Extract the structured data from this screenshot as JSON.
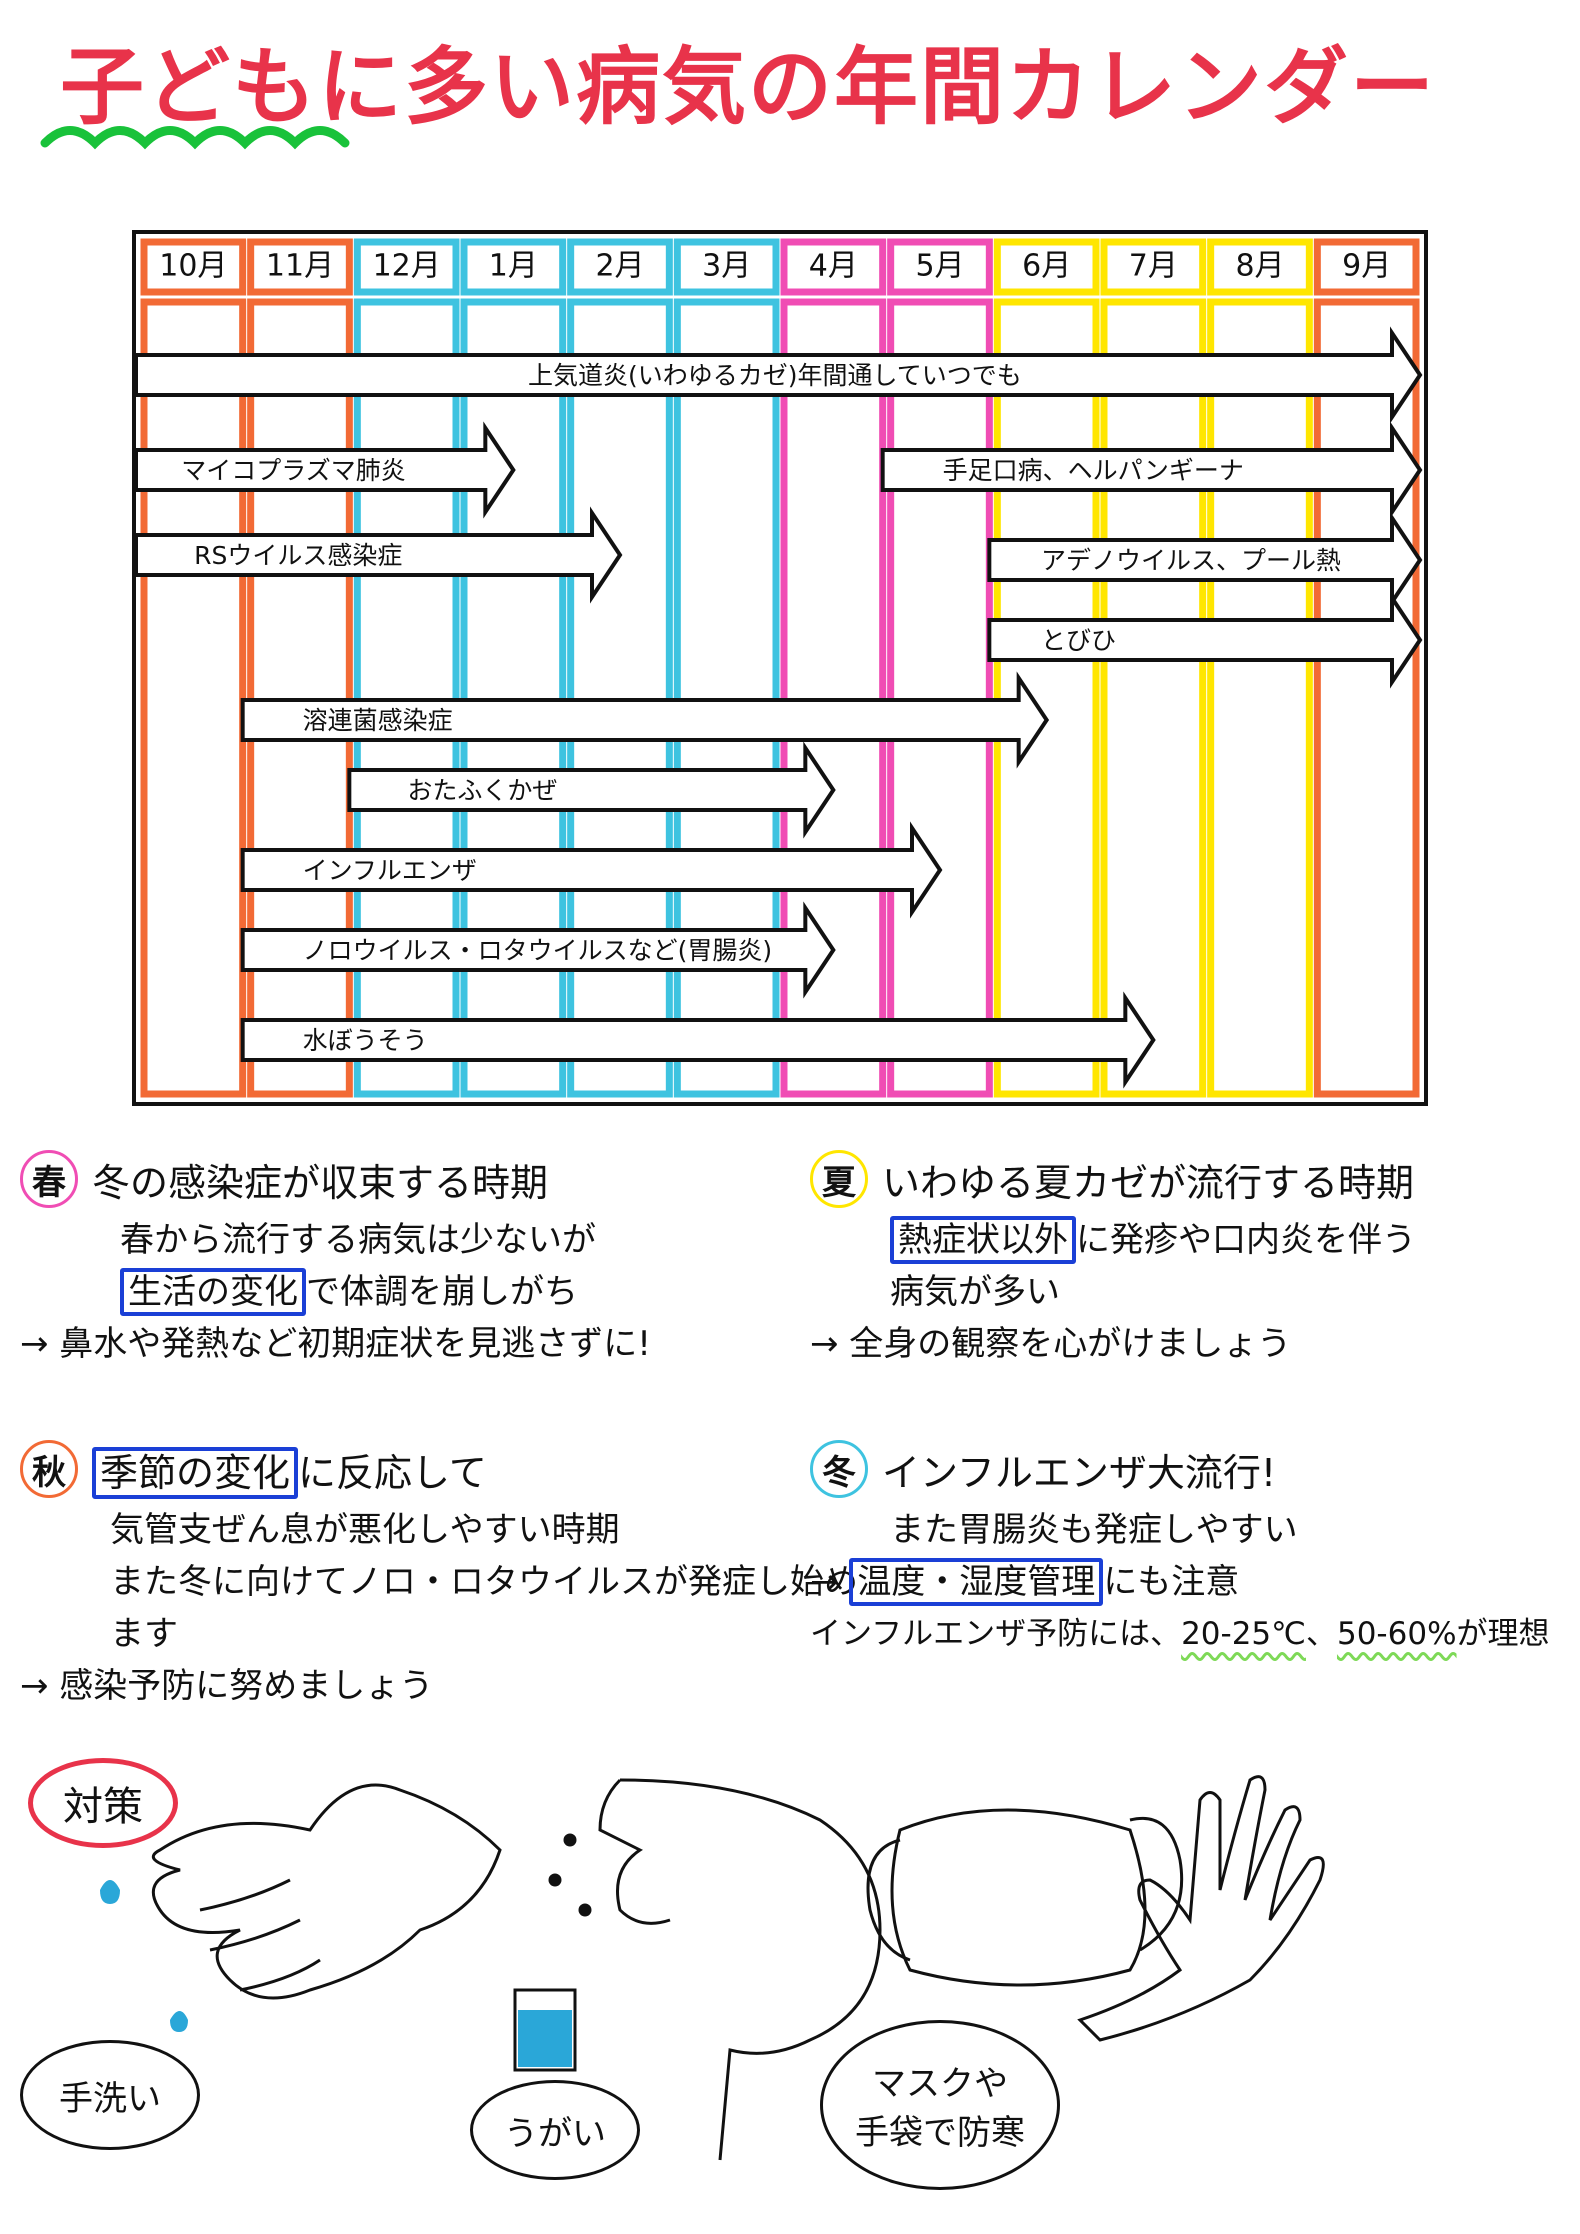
{
  "title": "子どもに多い病気の年間カレンダー",
  "months": [
    "10月",
    "11月",
    "12月",
    "1月",
    "2月",
    "3月",
    "4月",
    "5月",
    "6月",
    "7月",
    "8月",
    "9月"
  ],
  "colors": {
    "autumn": "#f26a35",
    "winter": "#3ec3e0",
    "spring": "#f04db4",
    "summer": "#ffe600",
    "title": "#e8334a",
    "box": "#1a3fd6",
    "underline_green": "#7ed957"
  },
  "diseases": [
    {
      "name": "上気道炎(いわゆるカゼ)年間通していつでも",
      "start_month": "10月",
      "end_month": "9月"
    },
    {
      "name": "マイコプラズマ肺炎",
      "start_month": "10月",
      "end_month": "1月"
    },
    {
      "name": "手足口病、ヘルパンギーナ",
      "start_month": "5月",
      "end_month": "9月"
    },
    {
      "name": "RSウイルス感染症",
      "start_month": "10月",
      "end_month": "2月"
    },
    {
      "name": "アデノウイルス、プール熱",
      "start_month": "6月",
      "end_month": "9月"
    },
    {
      "name": "とびひ",
      "start_month": "6月",
      "end_month": "9月"
    },
    {
      "name": "溶連菌感染症",
      "start_month": "11月",
      "end_month": "6月"
    },
    {
      "name": "おたふくかぜ",
      "start_month": "12月",
      "end_month": "4月"
    },
    {
      "name": "インフルエンザ",
      "start_month": "11月",
      "end_month": "5月"
    },
    {
      "name": "ノロウイルス・ロタウイルスなど(胃腸炎)",
      "start_month": "11月",
      "end_month": "4月"
    },
    {
      "name": "水ぼうそう",
      "start_month": "11月",
      "end_month": "7月"
    }
  ],
  "seasons": {
    "spring": {
      "badge": "春",
      "headline": "冬の感染症が収束する時期",
      "line1": "春から流行する病気は少ないが",
      "line2_boxed": "生活の変化",
      "line2_rest": "で体調を崩しがち",
      "line3": "→ 鼻水や発熱など初期症状を見逃さずに!"
    },
    "summer": {
      "badge": "夏",
      "headline": "いわゆる夏カゼが流行する時期",
      "line1_boxed": "熱症状以外",
      "line1_rest": "に発疹や口内炎を伴う",
      "line2": "病気が多い",
      "line3": "→ 全身の観察を心がけましょう"
    },
    "autumn": {
      "badge": "秋",
      "headline_boxed": "季節の変化",
      "headline_rest": "に反応して",
      "line1": "気管支ぜん息が悪化しやすい時期",
      "line2": "また冬に向けてノロ・ロタウイルスが発症し始め",
      "line3": "ます",
      "line4": "→ 感染予防に努めましょう"
    },
    "winter": {
      "badge": "冬",
      "headline": "インフルエンザ大流行!",
      "line1": "また胃腸炎も発症しやすい",
      "line2_prefix": "→",
      "line2_boxed": "温度・湿度管理",
      "line2_rest": "にも注意",
      "line3_prefix": "インフルエンザ予防には、",
      "line3_temp": "20-25℃",
      "line3_sep": "、",
      "line3_humidity": "50-60%",
      "line3_rest": "が理想"
    }
  },
  "measures": {
    "badge": "対策",
    "handwash": "手洗い",
    "gargle": "うがい",
    "mask_line1": "マスクや",
    "mask_line2": "手袋で防寒"
  }
}
